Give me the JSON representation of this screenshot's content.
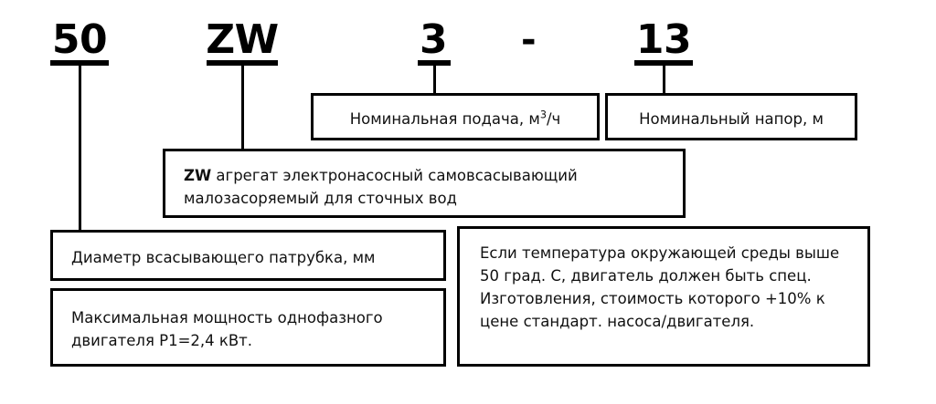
{
  "diagram": {
    "title_code": "50 ZW 3 - 13",
    "tokens": [
      {
        "id": "suction-diameter",
        "label": "50"
      },
      {
        "id": "series",
        "label": "ZW"
      },
      {
        "id": "flow",
        "label": "3"
      },
      {
        "id": "separator",
        "label": "-"
      },
      {
        "id": "head",
        "label": "13"
      }
    ],
    "boxes": [
      {
        "id": "nominal-flow",
        "text_plain": "Номинальная подача, м3/ч",
        "text_before_sup": "Номинальная подача, м",
        "sup": "3",
        "text_after_sup": "/ч"
      },
      {
        "id": "nominal-head",
        "text": "Номинальный напор, м"
      },
      {
        "id": "series-description",
        "lead": "ZW",
        "text": " агрегат электронасосный самовсасывающий малозасоряемый для сточных вод"
      },
      {
        "id": "suction-diameter",
        "text": "Диаметр всасывающего патрубка, мм"
      },
      {
        "id": "motor-power",
        "text": "Максимальная мощность однофазного двигателя P1=2,4 кВт."
      },
      {
        "id": "temperature-note",
        "text": "Если температура окружающей среды выше 50 град. С, двигатель должен быть спец. Изготовления, стоимость которого +10% к цене стандарт. насоса/двигателя."
      }
    ],
    "colors": {
      "line": "#000000",
      "text": "#111111",
      "background": "#ffffff"
    }
  }
}
